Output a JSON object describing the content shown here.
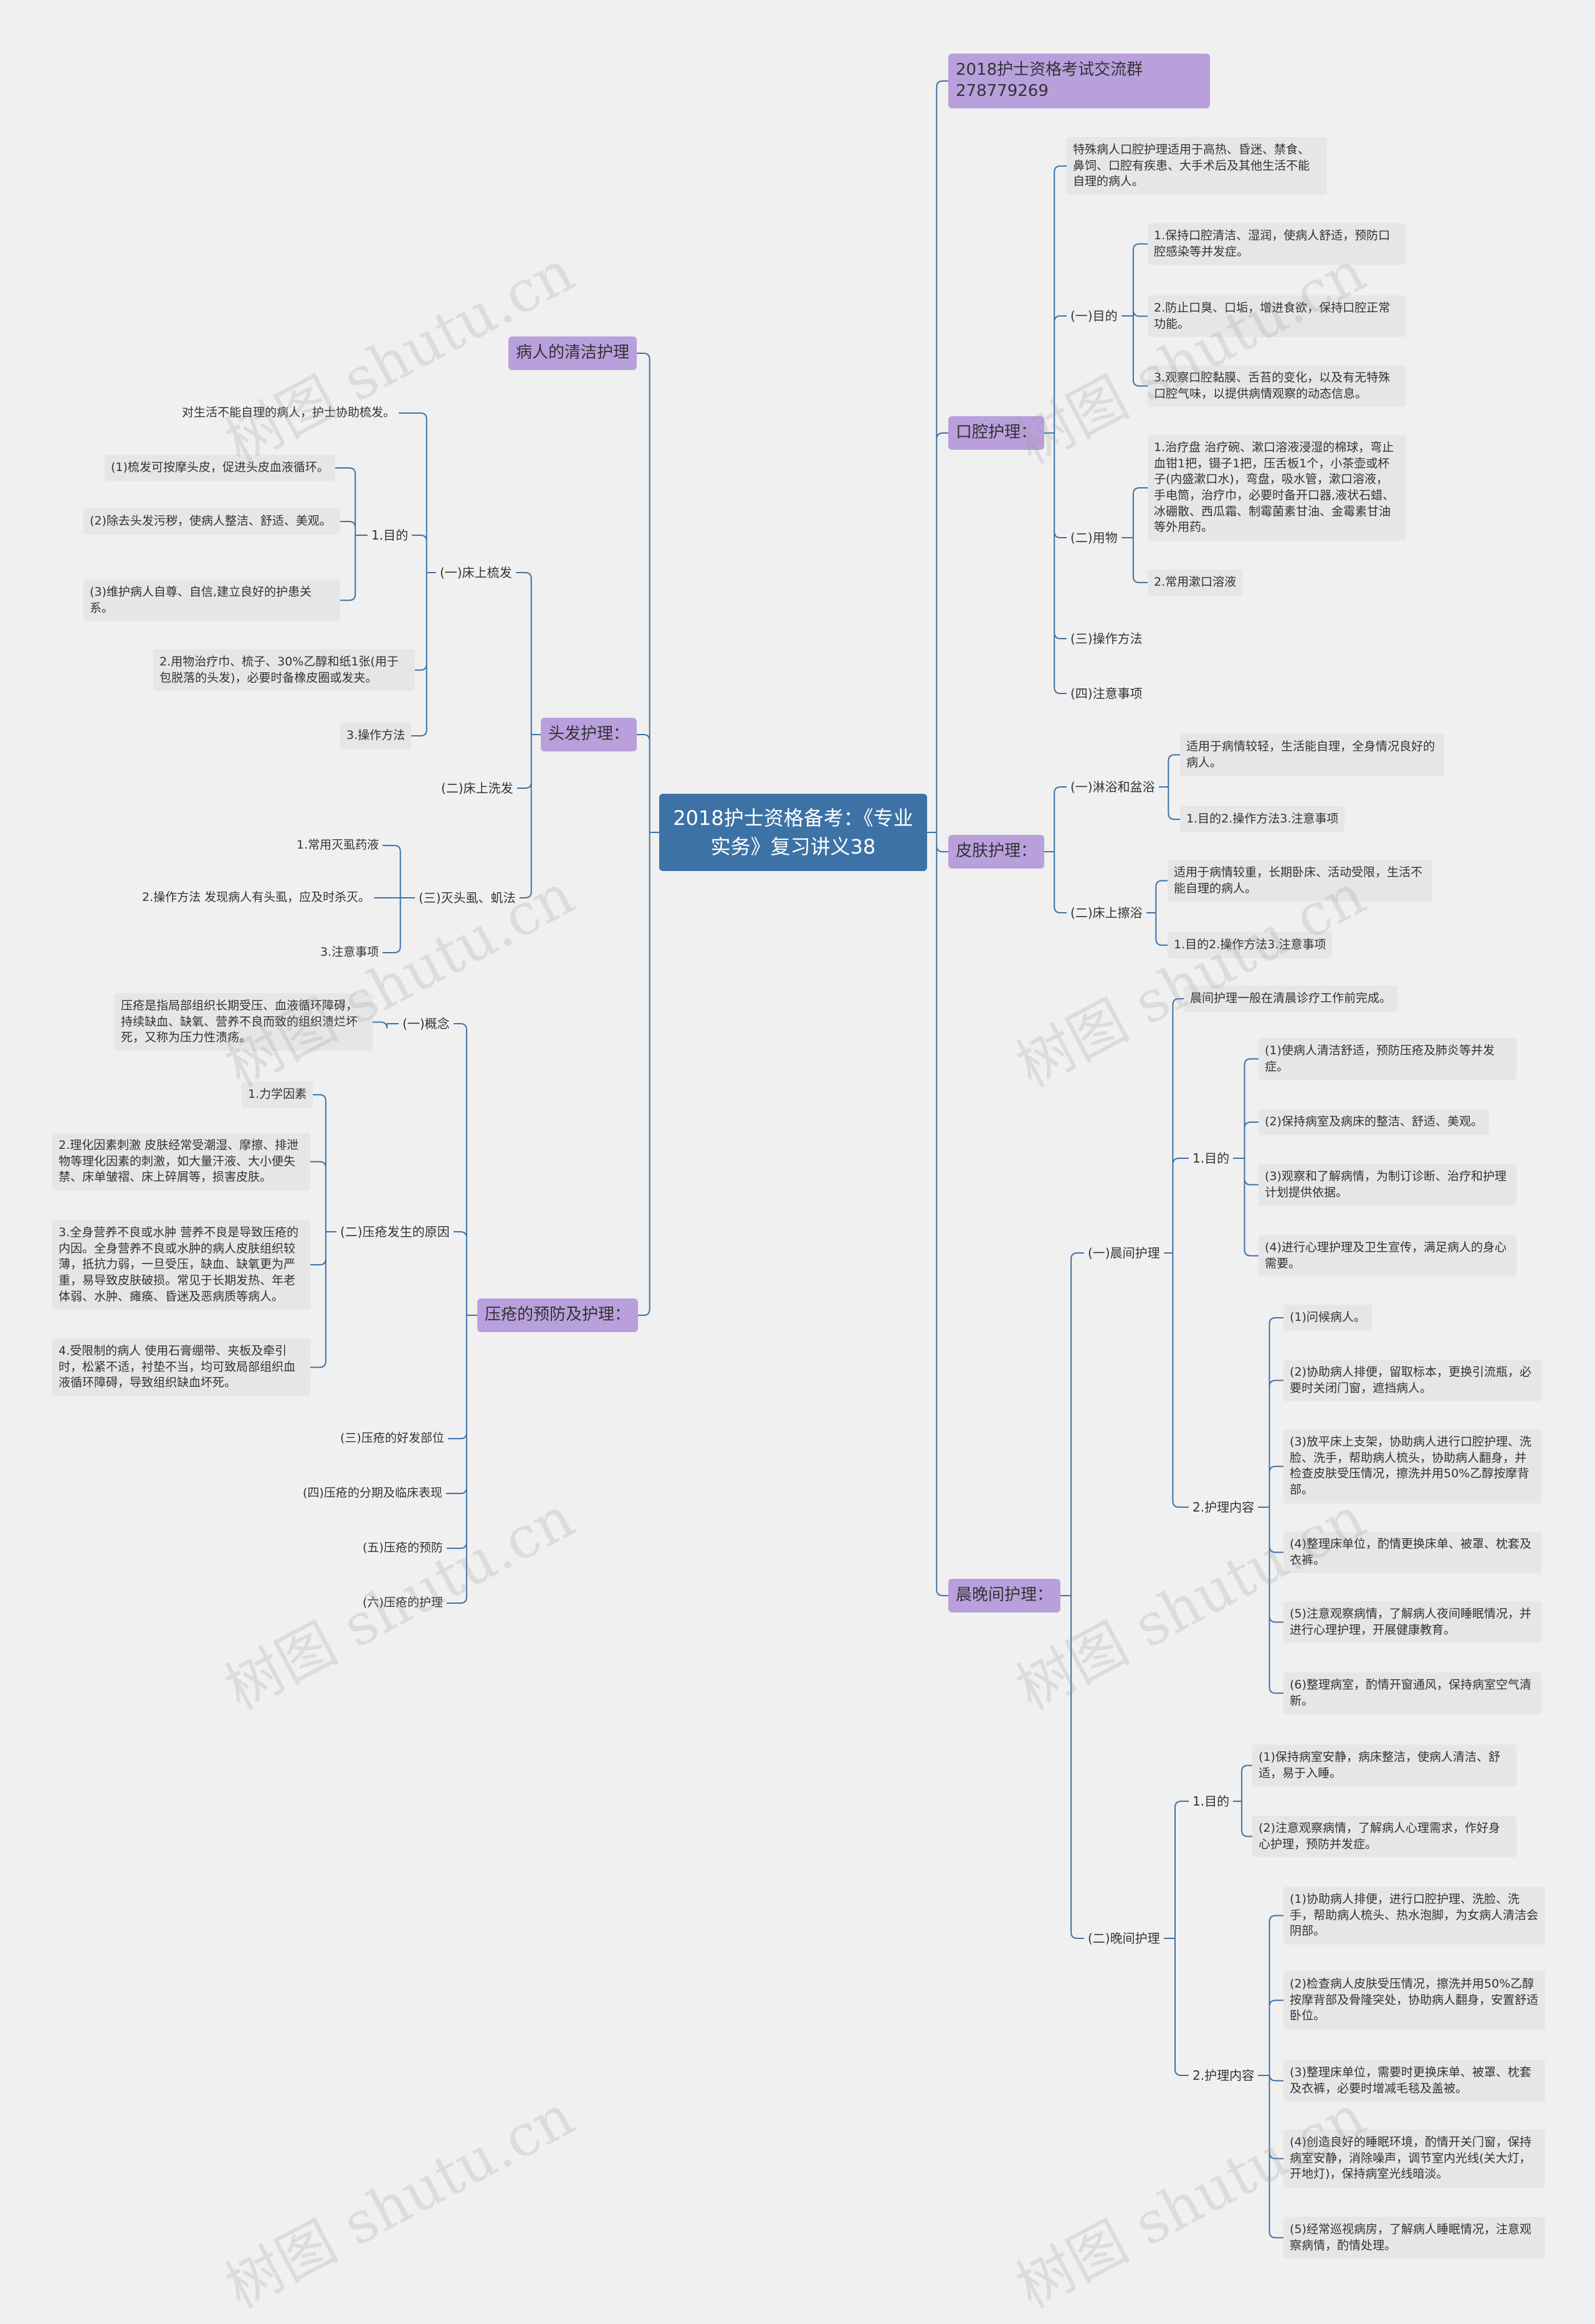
{
  "root": "2018护士资格备考：《专业实务》复习讲义38",
  "right": {
    "group_chat": "2018护士资格考试交流群278779269",
    "oral_care": {
      "label": "口腔护理：",
      "intro": "特殊病人口腔护理适用于高热、昏迷、禁食、鼻饲、口腔有疾患、大手术后及其他生活不能自理的病人。",
      "purpose": {
        "label": "(一)目的",
        "items": [
          "1.保持口腔清洁、湿润，使病人舒适，预防口腔感染等并发症。",
          "2.防止口臭、口垢，增进食欲，保持口腔正常功能。",
          "3.观察口腔黏膜、舌苔的变化，以及有无特殊口腔气味，以提供病情观察的动态信息。"
        ]
      },
      "supplies": {
        "label": "(二)用物",
        "items": [
          "1.治疗盘 治疗碗、漱口溶液浸湿的棉球，弯止血钳1把，镊子1把，压舌板1个，小茶壶或杯子(内盛漱口水)，弯盘，吸水管，漱口溶液，手电筒，治疗巾，必要时备开口器,液状石蜡、冰硼散、西瓜霜、制霉菌素甘油、金霉素甘油等外用药。",
          "2.常用漱口溶液"
        ]
      },
      "method": "(三)操作方法",
      "notes": "(四)注意事项"
    },
    "skin_care": {
      "label": "皮肤护理：",
      "shower": {
        "label": "(一)淋浴和盆浴",
        "items": [
          "适用于病情较轻，生活能自理，全身情况良好的病人。",
          "1.目的2.操作方法3.注意事项"
        ]
      },
      "bed_bath": {
        "label": "(二)床上擦浴",
        "items": [
          "适用于病情较重，长期卧床、活动受限，生活不能自理的病人。",
          "1.目的2.操作方法3.注意事项"
        ]
      }
    },
    "morning_evening": {
      "label": "晨晚间护理：",
      "morning": {
        "label": "(一)晨间护理",
        "intro": "晨间护理一般在清晨诊疗工作前完成。",
        "purpose_label": "1.目的",
        "purpose": [
          "(1)使病人清洁舒适，预防压疮及肺炎等并发症。",
          "(2)保持病室及病床的整洁、舒适、美观。",
          "(3)观察和了解病情，为制订诊断、治疗和护理计划提供依据。",
          "(4)进行心理护理及卫生宣传，满足病人的身心需要。"
        ],
        "content_label": "2.护理内容",
        "content": [
          "(1)问候病人。",
          "(2)协助病人排便，留取标本，更换引流瓶，必要时关闭门窗，遮挡病人。",
          "(3)放平床上支架，协助病人进行口腔护理、洗脸、洗手，帮助病人梳头，协助病人翻身，并检查皮肤受压情况，擦洗并用50%乙醇按摩背部。",
          "(4)整理床单位，酌情更换床单、被罩、枕套及衣裤。",
          "(5)注意观察病情，了解病人夜间睡眠情况，并进行心理护理，开展健康教育。",
          "(6)整理病室，酌情开窗通风，保持病室空气清新。"
        ]
      },
      "evening": {
        "label": "(二)晚间护理",
        "purpose_label": "1.目的",
        "purpose": [
          "(1)保持病室安静，病床整洁，使病人清洁、舒适，易于入睡。",
          "(2)注意观察病情，了解病人心理需求，作好身心护理，预防并发症。"
        ],
        "content_label": "2.护理内容",
        "content": [
          "(1)协助病人排便，进行口腔护理、洗脸、洗手，帮助病人梳头、热水泡脚，为女病人清洁会阴部。",
          "(2)检查病人皮肤受压情况，擦洗并用50%乙醇按摩背部及骨隆突处，协助病人翻身，安置舒适卧位。",
          "(3)整理床单位，需要时更换床单、被罩、枕套及衣裤，必要时增减毛毯及盖被。",
          "(4)创造良好的睡眠环境，酌情开关门窗，保持病室安静，消除噪声，调节室内光线(关大灯，开地灯)，保持病室光线暗淡。",
          "(5)经常巡视病房，了解病人睡眠情况，注意观察病情，酌情处理。"
        ]
      }
    }
  },
  "left": {
    "cleaning": "病人的清洁护理",
    "hair": {
      "label": "头发护理：",
      "bed_comb": {
        "label": "(一)床上梳发",
        "intro": "对生活不能自理的病人，护士协助梳发。",
        "purpose_label": "1.目的",
        "purpose": [
          "(1)梳发可按摩头皮，促进头皮血液循环。",
          "(2)除去头发污秽，使病人整洁、舒适、美观。",
          "(3)维护病人自尊、自信,建立良好的护患关系。"
        ],
        "supplies": "2.用物治疗巾、梳子、30%乙醇和纸1张(用于包脱落的头发)，必要时备橡皮圈或发夹。",
        "method": "3.操作方法"
      },
      "bed_wash": "(二)床上洗发",
      "lice": {
        "label": "(三)灭头虱、虮法",
        "items": [
          "1.常用灭虱药液",
          "2.操作方法 发现病人有头虱，应及时杀灭。",
          "3.注意事项"
        ]
      }
    },
    "pressure": {
      "label": "压疮的预防及护理：",
      "concept": {
        "label": "(一)概念",
        "text": "压疮是指局部组织长期受压、血液循环障碍，持续缺血、缺氧、营养不良而致的组织溃烂坏死，又称为压力性溃疡。"
      },
      "causes": {
        "label": "(二)压疮发生的原因",
        "items": [
          "1.力学因素",
          "2.理化因素刺激 皮肤经常受潮湿、摩擦、排泄物等理化因素的刺激，如大量汗液、大小便失禁、床单皱褶、床上碎屑等，损害皮肤。",
          "3.全身营养不良或水肿 营养不良是导致压疮的内因。全身营养不良或水肿的病人皮肤组织较薄，抵抗力弱，一旦受压，缺血、缺氧更为严重，易导致皮肤破损。常见于长期发热、年老体弱、水肿、瘫痪、昏迷及恶病质等病人。",
          "4.受限制的病人 使用石膏绷带、夹板及牵引时，松紧不适，衬垫不当，均可致局部组织血液循环障碍，导致组织缺血坏死。"
        ]
      },
      "sites": "(三)压疮的好发部位",
      "stages": "(四)压疮的分期及临床表现",
      "prevention": "(五)压疮的预防",
      "care": "(六)压疮的护理"
    }
  },
  "watermark": "树图 shutu.cn",
  "colors": {
    "root": "#3d72a6",
    "level1": "#b9a0dc",
    "leaf": "#e6e6e6",
    "line": "#3d72a6",
    "background": "#f0f0f0"
  }
}
